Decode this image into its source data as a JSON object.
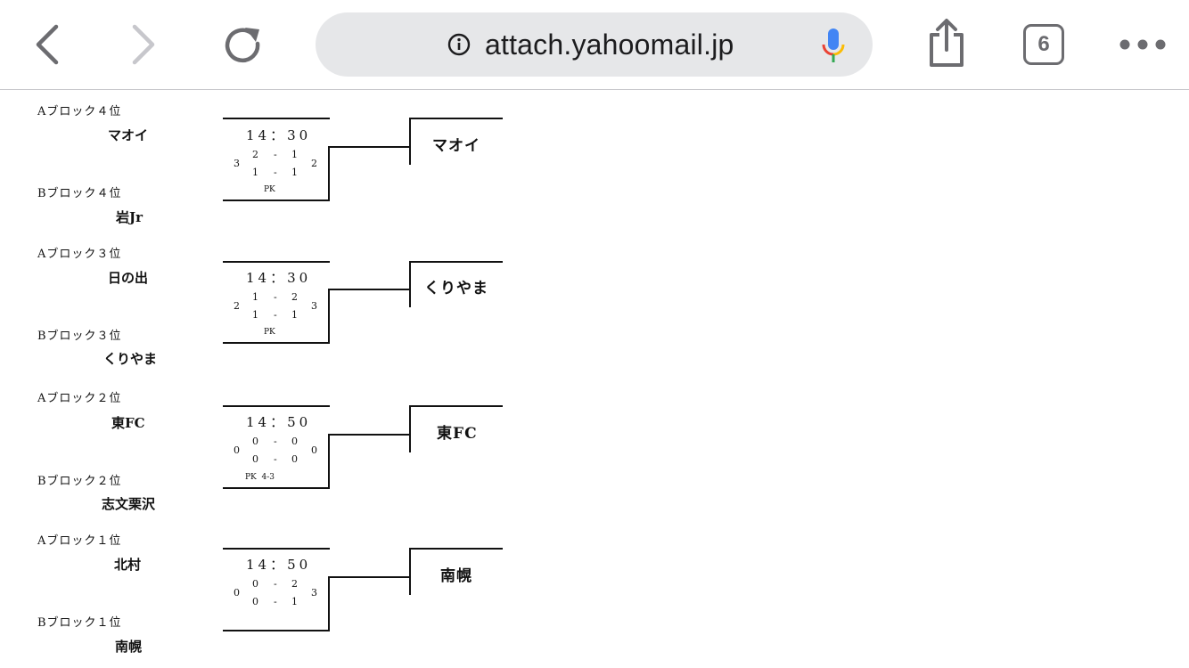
{
  "browser": {
    "url": "attach.yahoomail.jp",
    "tab_count": "6",
    "icons": [
      "back-icon",
      "forward-icon",
      "reload-icon",
      "info-icon",
      "microphone-icon",
      "share-icon",
      "tabs-icon",
      "more-icon"
    ],
    "colors": {
      "toolbar_icon": "#6c6c70",
      "address_bar_bg": "#e6e7e9",
      "disabled_icon": "#c7c7cc"
    }
  },
  "matches": [
    {
      "team_a": {
        "block": "Aブロック４位",
        "name": "マオイ"
      },
      "team_b": {
        "block": "Bブロック４位",
        "name": "岩Jr"
      },
      "time": "14：30",
      "total_a": "3",
      "total_b": "2",
      "half1": {
        "a": "2",
        "b": "1"
      },
      "half2": {
        "a": "1",
        "b": "1"
      },
      "pk": "PK",
      "winner": "マオイ"
    },
    {
      "team_a": {
        "block": "Aブロック３位",
        "name": "日の出"
      },
      "team_b": {
        "block": "Bブロック３位",
        "name": "くりやま"
      },
      "time": "14：30",
      "total_a": "2",
      "total_b": "3",
      "half1": {
        "a": "1",
        "b": "2"
      },
      "half2": {
        "a": "1",
        "b": "1"
      },
      "pk": "PK",
      "winner": "くりやま"
    },
    {
      "team_a": {
        "block": "Aブロック２位",
        "name": "東FC"
      },
      "team_b": {
        "block": "Bブロック２位",
        "name": "志文栗沢"
      },
      "time": "14：50",
      "total_a": "0",
      "total_b": "0",
      "half1": {
        "a": "0",
        "b": "0"
      },
      "half2": {
        "a": "0",
        "b": "0"
      },
      "pk": "PK  4-3",
      "winner": "東FC"
    },
    {
      "team_a": {
        "block": "Aブロック１位",
        "name": "北村"
      },
      "team_b": {
        "block": "Bブロック１位",
        "name": "南幌"
      },
      "time": "14：50",
      "total_a": "0",
      "total_b": "3",
      "half1": {
        "a": "0",
        "b": "2"
      },
      "half2": {
        "a": "0",
        "b": "1"
      },
      "pk": "",
      "winner": "南幌"
    }
  ]
}
